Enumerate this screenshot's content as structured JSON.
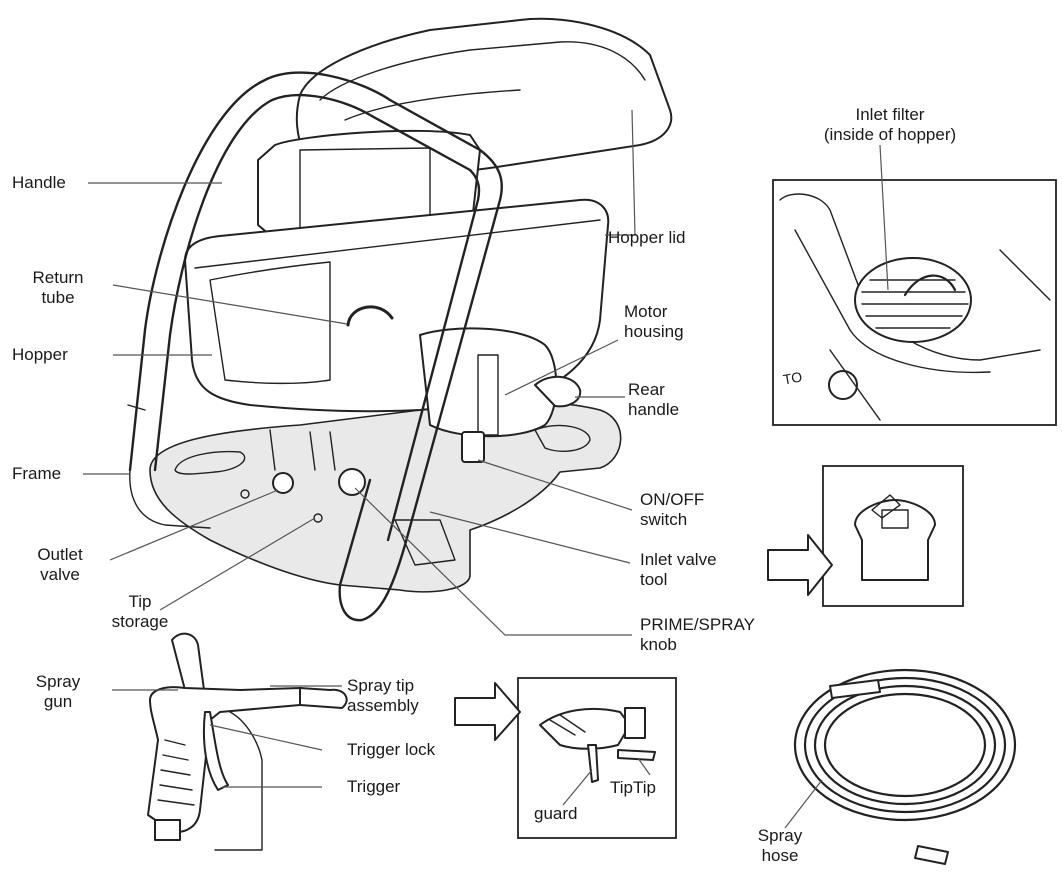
{
  "labels": {
    "handle": "Handle",
    "return_tube": [
      "Return",
      "tube"
    ],
    "hopper": "Hopper",
    "frame": "Frame",
    "outlet_valve": [
      "Outlet",
      "valve"
    ],
    "tip_storage": [
      "Tip",
      "storage"
    ],
    "hopper_lid": "Hopper lid",
    "inlet_filter": [
      "Inlet filter",
      "(inside of hopper)"
    ],
    "motor_housing": [
      "Motor",
      "housing"
    ],
    "rear_handle": [
      "Rear",
      "handle"
    ],
    "on_off_switch": [
      "ON/OFF",
      "switch"
    ],
    "inlet_valve_tool": [
      "Inlet valve",
      "tool"
    ],
    "prime_spray_knob": [
      "PRIME/SPRAY",
      "knob"
    ],
    "spray_gun": [
      "Spray",
      "gun"
    ],
    "spray_tip_assembly": [
      "Spray tip",
      "assembly"
    ],
    "trigger_lock": "Trigger lock",
    "trigger": "Trigger",
    "guard": "guard",
    "tip": "TipTip",
    "spray_hose": [
      "Spray",
      "hose"
    ]
  },
  "inset_note": "TO"
}
